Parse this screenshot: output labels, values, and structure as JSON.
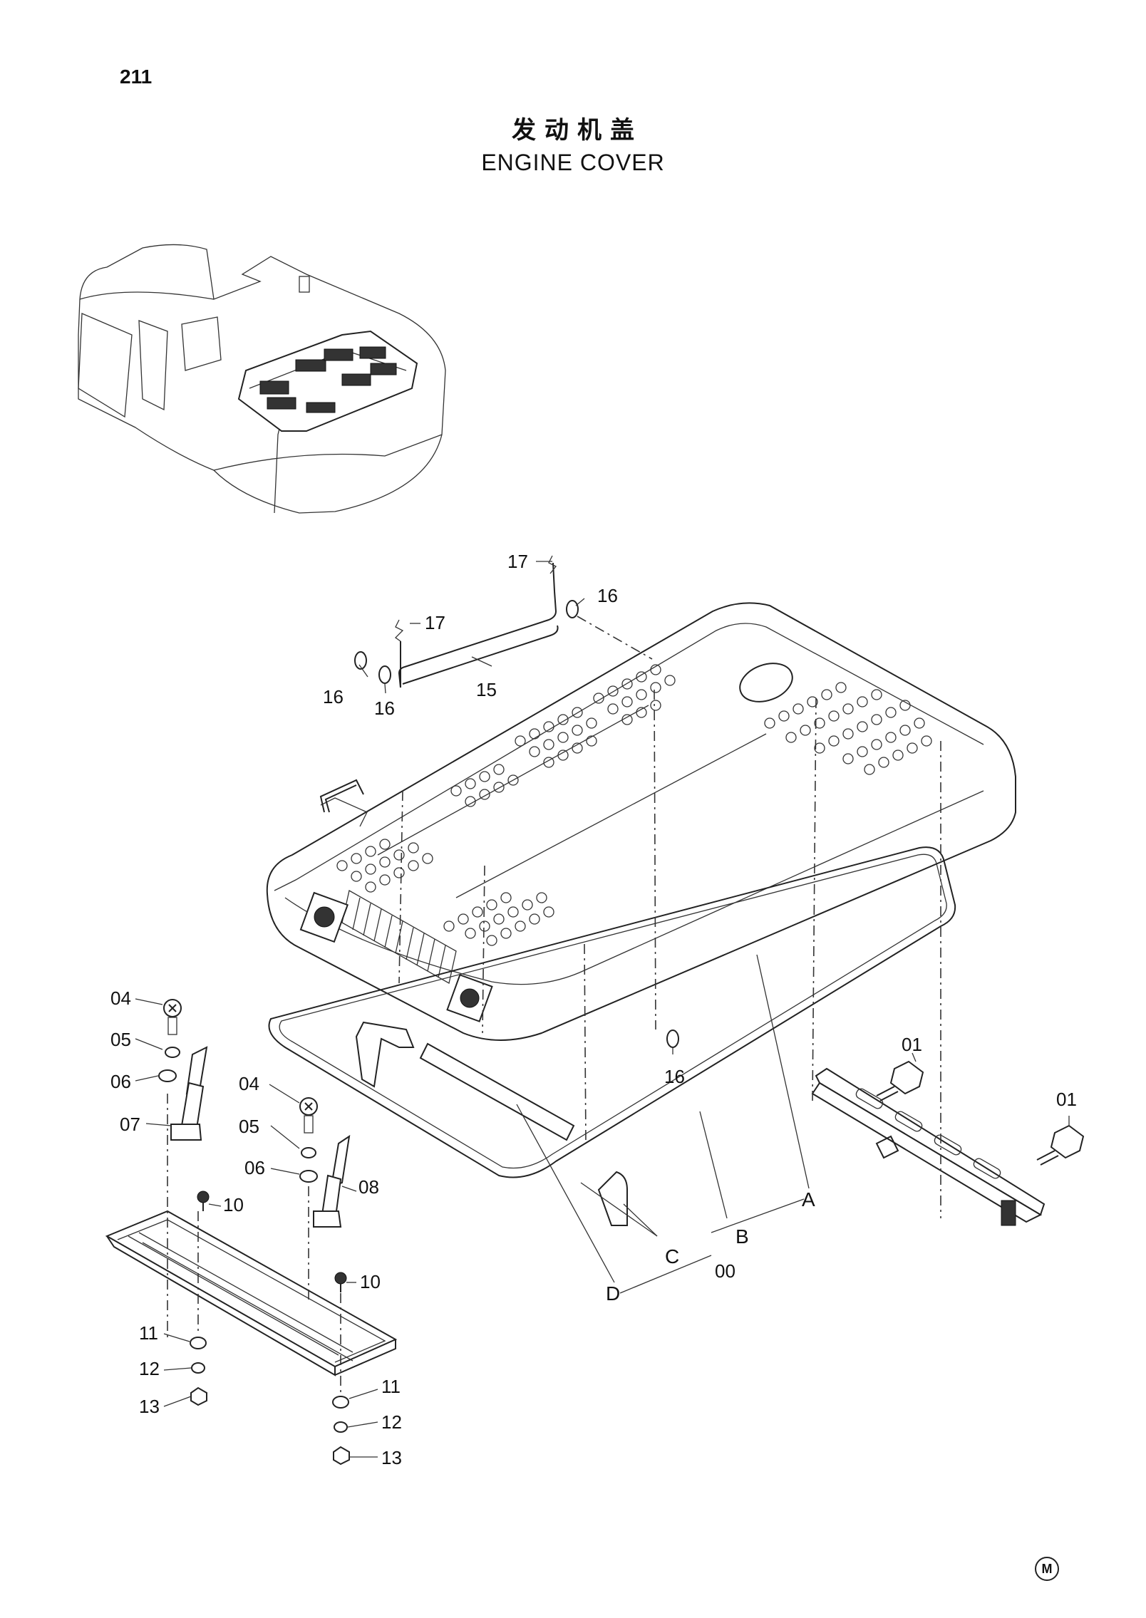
{
  "page": {
    "number": "211"
  },
  "title": {
    "cn": "发动机盖",
    "en": "ENGINE COVER"
  },
  "callouts": {
    "c00": "00",
    "c01a": "01",
    "c01b": "01",
    "c04a": "04",
    "c04b": "04",
    "c05a": "05",
    "c05b": "05",
    "c06a": "06",
    "c06b": "06",
    "c07": "07",
    "c08": "08",
    "c10a": "10",
    "c10b": "10",
    "c11a": "11",
    "c11b": "11",
    "c12a": "12",
    "c12b": "12",
    "c13a": "13",
    "c13b": "13",
    "c15": "15",
    "c16a": "16",
    "c16b": "16",
    "c16c": "16",
    "c16d": "16",
    "c17a": "17",
    "c17b": "17"
  },
  "letters": {
    "A": "A",
    "B": "B",
    "C": "C",
    "D": "D"
  },
  "marker": "M"
}
